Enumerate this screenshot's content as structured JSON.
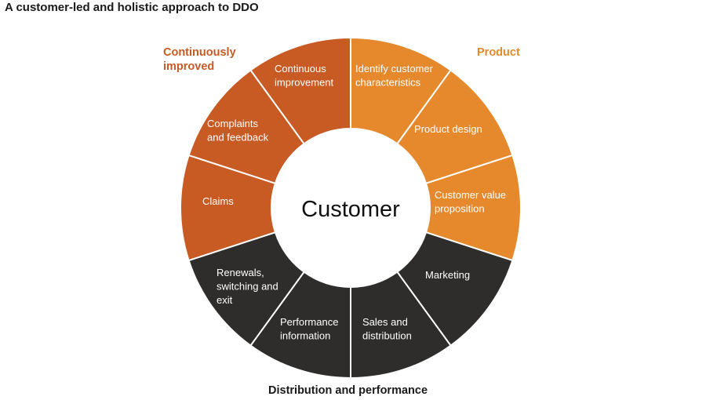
{
  "title": "A customer-led and holistic approach to DDO",
  "center_label": "Customer",
  "groups": {
    "continuously_improved": {
      "label_line1": "Continuously",
      "label_line2": "improved",
      "color": "#c85a24"
    },
    "product": {
      "label": "Product",
      "color": "#e5892c"
    },
    "distribution_performance": {
      "label": "Distribution and performance",
      "color": "#2e2d2b"
    }
  },
  "segments": [
    {
      "id": "identify-customer-characteristics",
      "lines": [
        "Identify customer",
        "characteristics"
      ],
      "group": "product"
    },
    {
      "id": "product-design",
      "lines": [
        "Product design"
      ],
      "group": "product"
    },
    {
      "id": "customer-value-proposition",
      "lines": [
        "Customer value",
        "proposition"
      ],
      "group": "product"
    },
    {
      "id": "marketing",
      "lines": [
        "Marketing"
      ],
      "group": "distribution_performance"
    },
    {
      "id": "sales-and-distribution",
      "lines": [
        "Sales and",
        "distribution"
      ],
      "group": "distribution_performance"
    },
    {
      "id": "performance-information",
      "lines": [
        "Performance",
        "information"
      ],
      "group": "distribution_performance"
    },
    {
      "id": "renewals-switching-exit",
      "lines": [
        "Renewals,",
        "switching and",
        "exit"
      ],
      "group": "distribution_performance"
    },
    {
      "id": "claims",
      "lines": [
        "Claims"
      ],
      "group": "continuously_improved"
    },
    {
      "id": "complaints-and-feedback",
      "lines": [
        "Complaints",
        "and feedback"
      ],
      "group": "continuously_improved"
    },
    {
      "id": "continuous-improvement",
      "lines": [
        "Continuous",
        "improvement"
      ],
      "group": "continuously_improved"
    }
  ]
}
